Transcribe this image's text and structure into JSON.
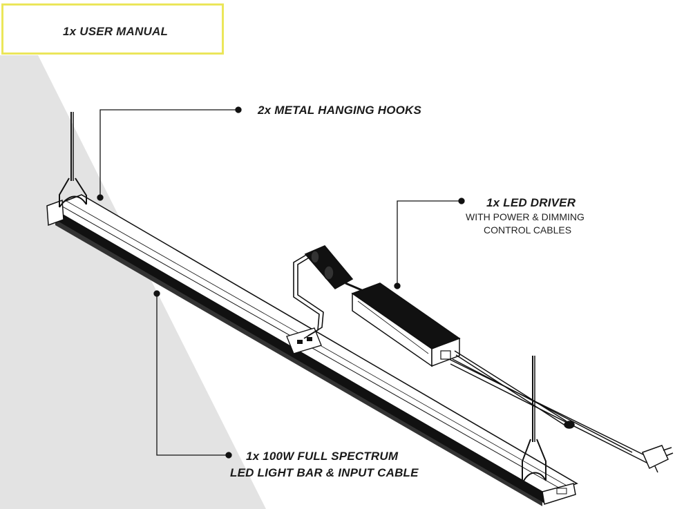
{
  "labels": {
    "user_manual": "1x USER MANUAL",
    "hooks": "2x METAL HANGING HOOKS",
    "driver_title": "1x LED DRIVER",
    "driver_line1": "WITH POWER & DIMMING",
    "driver_line2": "CONTROL CABLES",
    "lightbar_line1": "1x 100W FULL SPECTRUM",
    "lightbar_line2": "LED LIGHT BAR & INPUT CABLE"
  },
  "colors": {
    "accent_border": "#ebe65a",
    "shadow": "#e3e3e3",
    "ink": "#1a1a1a"
  },
  "icons": [
    "hanging-hook-icon",
    "led-driver-icon",
    "light-bar-icon",
    "plug-icon"
  ]
}
